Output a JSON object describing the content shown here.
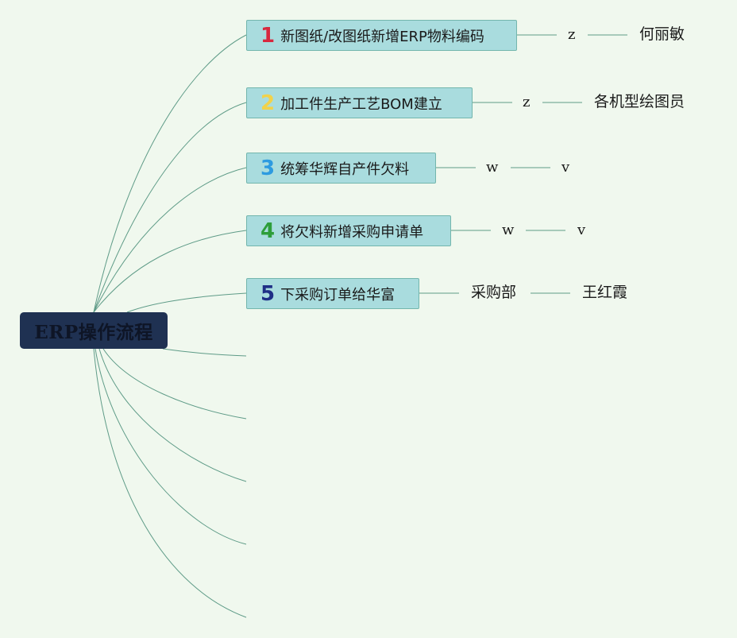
{
  "root": {
    "label": "ERP操作流程"
  },
  "steps": [
    {
      "num": "1",
      "num_color": "#d8283e",
      "label": "新图纸/改图纸新增ERP物料编码",
      "tag1": "z",
      "tag2": "何丽敏"
    },
    {
      "num": "2",
      "num_color": "#f2d24a",
      "label": "加工件生产工艺BOM建立",
      "tag1": "z",
      "tag2": "各机型绘图员"
    },
    {
      "num": "3",
      "num_color": "#2d9be0",
      "label": "统筹华辉自产件欠料",
      "tag1": "w",
      "tag2": "v"
    },
    {
      "num": "4",
      "num_color": "#2e9e3a",
      "label": "将欠料新增采购申请单",
      "tag1": "w",
      "tag2": "v"
    },
    {
      "num": "5",
      "num_color": "#1f2f86",
      "label": "下采购订单给华富",
      "tag1": "采购部",
      "tag2": "王红霞"
    }
  ],
  "colors": {
    "background": "#f0f8ee",
    "root_fill": "#1f3152",
    "node_fill": "#a9dcde",
    "line": "#5e9b87"
  }
}
